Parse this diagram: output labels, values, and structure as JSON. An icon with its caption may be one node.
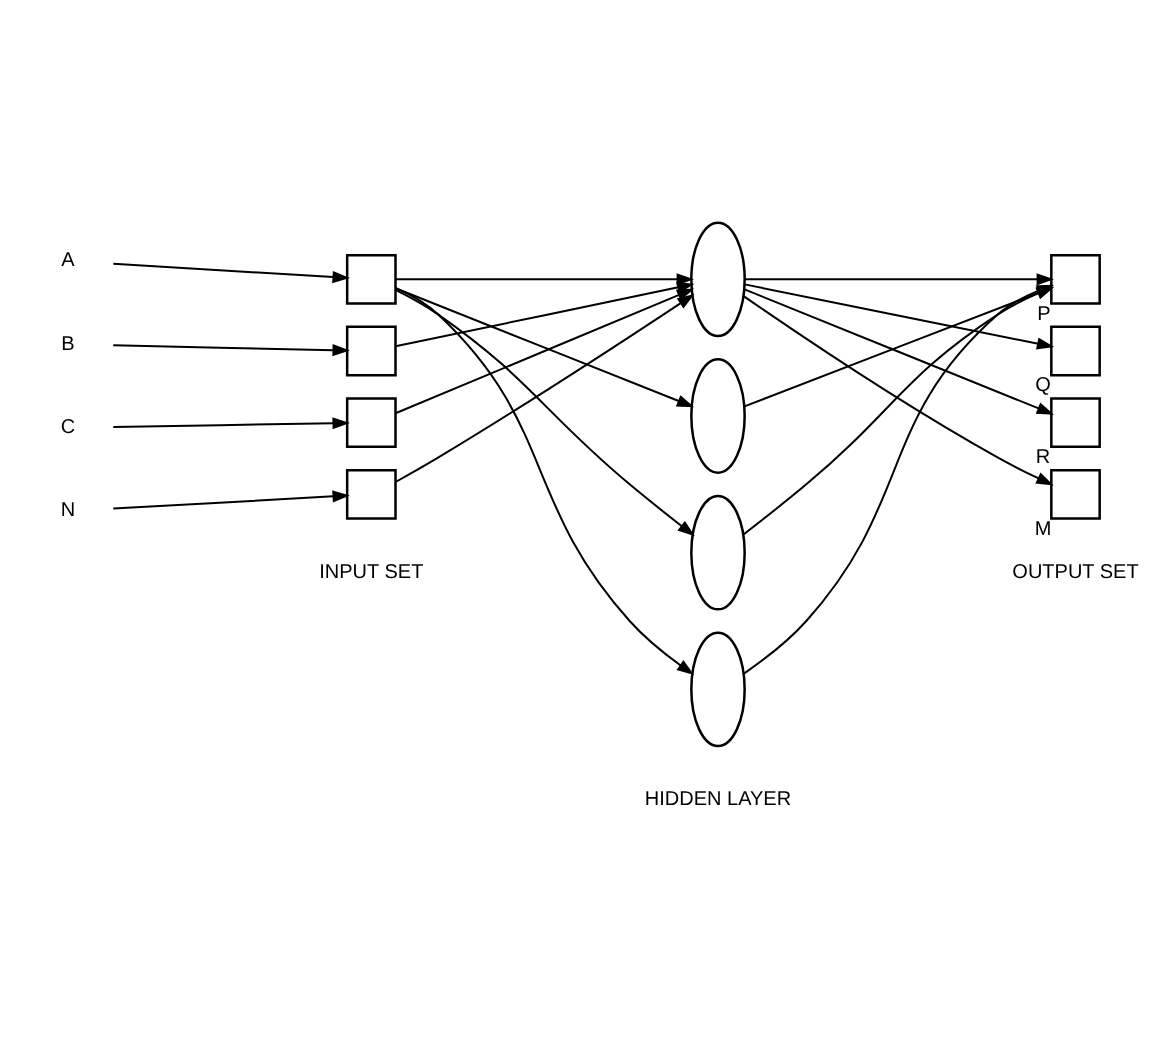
{
  "diagram": {
    "nodes": [
      {
        "text": [
          "A"
        ]
      },
      {
        "text": [
          "B"
        ]
      },
      {
        "text": [
          "C"
        ]
      },
      {
        "text": [
          "N"
        ]
      },
      {
        "text": [],
        "shape": "box"
      },
      {
        "text": [],
        "shape": "box"
      },
      {
        "text": [],
        "shape": "box"
      },
      {
        "text": [],
        "shape": "box"
      },
      {
        "text": [],
        "shape": "ellipse"
      },
      {
        "text": [],
        "shape": "ellipse"
      },
      {
        "text": [],
        "shape": "ellipse"
      },
      {
        "text": [],
        "shape": "ellipse"
      },
      {
        "text": [],
        "shape": "box",
        "beside": [
          "P"
        ]
      },
      {
        "text": [],
        "shape": "box",
        "beside": [
          "Q"
        ]
      },
      {
        "text": [],
        "shape": "box",
        "beside": [
          "R"
        ]
      },
      {
        "text": [],
        "shape": "box",
        "beside": [
          "M"
        ]
      }
    ],
    "edges": [
      {
        "from": 0,
        "to": 4,
        "arrow": "to"
      },
      {
        "from": 1,
        "to": 5,
        "arrow": "to"
      },
      {
        "from": 2,
        "to": 6,
        "arrow": "to"
      },
      {
        "from": 3,
        "to": 7,
        "arrow": "to"
      },
      {
        "from": 4,
        "to": 8,
        "arrow": "to"
      },
      {
        "from": 4,
        "to": 9,
        "arrow": "to"
      },
      {
        "from": 4,
        "to": 10,
        "arrow": "to"
      },
      {
        "from": 4,
        "to": 11,
        "arrow": "to"
      },
      {
        "from": 5,
        "to": 8,
        "arrow": "to"
      },
      {
        "from": 6,
        "to": 8,
        "arrow": "to"
      },
      {
        "from": 7,
        "to": 8,
        "arrow": "to"
      },
      {
        "from": 8,
        "to": 12,
        "arrow": "to"
      },
      {
        "from": 8,
        "to": 13,
        "arrow": "to"
      },
      {
        "from": 8,
        "to": 14,
        "arrow": "to"
      },
      {
        "from": 8,
        "to": 15,
        "arrow": "to"
      },
      {
        "from": 9,
        "to": 12,
        "arrow": "to"
      },
      {
        "from": 10,
        "to": 12,
        "arrow": "to"
      },
      {
        "from": 11,
        "to": 12,
        "arrow": "to"
      }
    ],
    "labels": [
      "INPUT SET",
      "HIDDEN LAYER",
      "OUTPUT SET"
    ]
  }
}
